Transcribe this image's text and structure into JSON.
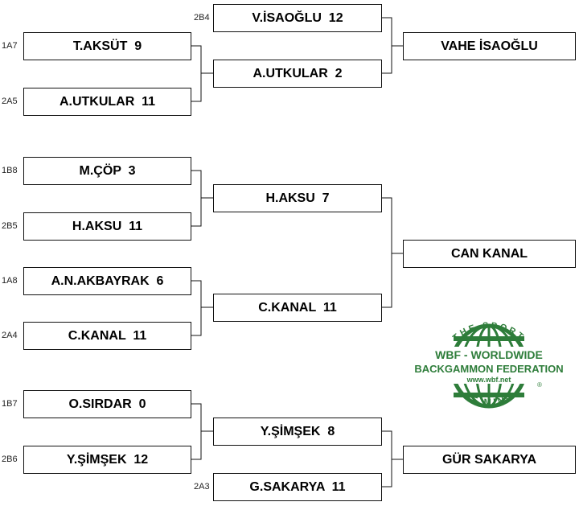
{
  "bracket": {
    "r1": [
      {
        "seed": "1A7",
        "label": "T.AKSÜT  9"
      },
      {
        "seed": "2A5",
        "label": "A.UTKULAR  11"
      },
      {
        "seed": "1B8",
        "label": "M.ÇÖP  3"
      },
      {
        "seed": "2B5",
        "label": "H.AKSU  11"
      },
      {
        "seed": "1A8",
        "label": "A.N.AKBAYRAK  6"
      },
      {
        "seed": "2A4",
        "label": "C.KANAL  11"
      },
      {
        "seed": "1B7",
        "label": "O.SIRDAR  0"
      },
      {
        "seed": "2B6",
        "label": "Y.ŞİMŞEK  12"
      }
    ],
    "r2": [
      {
        "seed": "2B4",
        "label": "V.İSAOĞLU  12"
      },
      {
        "seed": "",
        "label": "A.UTKULAR  2"
      },
      {
        "seed": "",
        "label": "H.AKSU  7"
      },
      {
        "seed": "",
        "label": "C.KANAL  11"
      },
      {
        "seed": "",
        "label": "Y.ŞİMŞEK  8"
      },
      {
        "seed": "2A3",
        "label": "G.SAKARYA  11"
      }
    ],
    "r3": [
      {
        "label": "VAHE İSAOĞLU"
      },
      {
        "label": "CAN KANAL"
      },
      {
        "label": "GÜR SAKARYA"
      }
    ]
  },
  "logo": {
    "top_text": "THE SPORT",
    "bottom_text": "OF MIND",
    "line1": "WBF - WORLDWIDE",
    "line2": "BACKGAMMON FEDERATION",
    "url": "www.wbf.net",
    "reg": "®",
    "color": "#2e7d3a"
  }
}
